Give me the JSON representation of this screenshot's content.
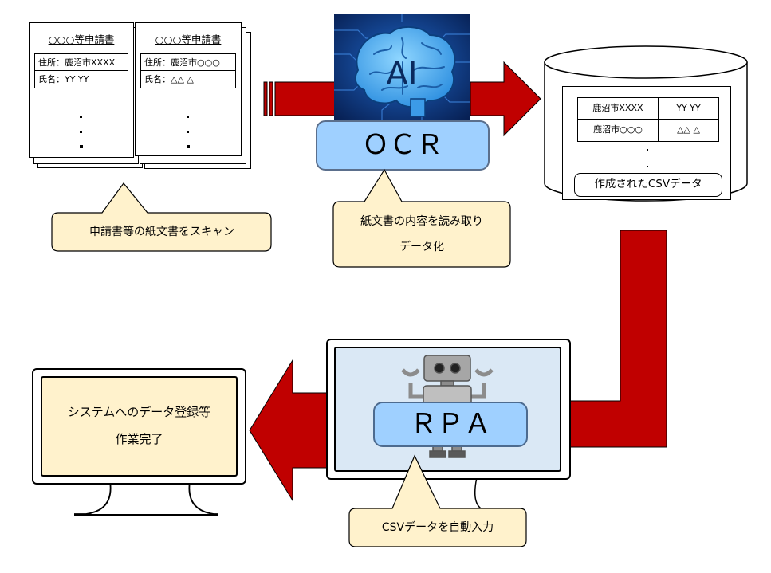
{
  "form_template": {
    "title": "○○○等申請書",
    "address_label": "住所：",
    "name_label": "氏名：",
    "city": "鹿沼市"
  },
  "doc1": {
    "address": "住所：鹿沼市XXXX",
    "name": "氏名：YY YY"
  },
  "doc2": {
    "address": "住所：鹿沼市○○○",
    "name": "氏名：△△ △"
  },
  "scan_callout": "申請書等の紙文書をスキャン",
  "ai": {
    "brain_text": "AI",
    "ocr_label": "ＯＣＲ"
  },
  "ocr_callout": {
    "line1": "紙文書の内容を読み取り",
    "line2": "データ化"
  },
  "database": {
    "rows": [
      {
        "place": "鹿沼市XXXX",
        "name": "YY YY"
      },
      {
        "place": "鹿沼市○○○",
        "name": "△△ △"
      }
    ],
    "caption": "作成されたCSVデータ"
  },
  "rpa": {
    "label": "ＲＰＡ",
    "callout": "CSVデータを自動入力"
  },
  "monitor_left": {
    "line1": "システムへのデータ登録等",
    "line2": "作業完了"
  },
  "colors": {
    "arrow": "#c00000",
    "callout_fill": "#fff2cc",
    "label_blue": "#9fd0ff"
  },
  "icons": [
    "brain-icon",
    "robot-icon",
    "monitor-icon",
    "database-cylinder-icon"
  ]
}
